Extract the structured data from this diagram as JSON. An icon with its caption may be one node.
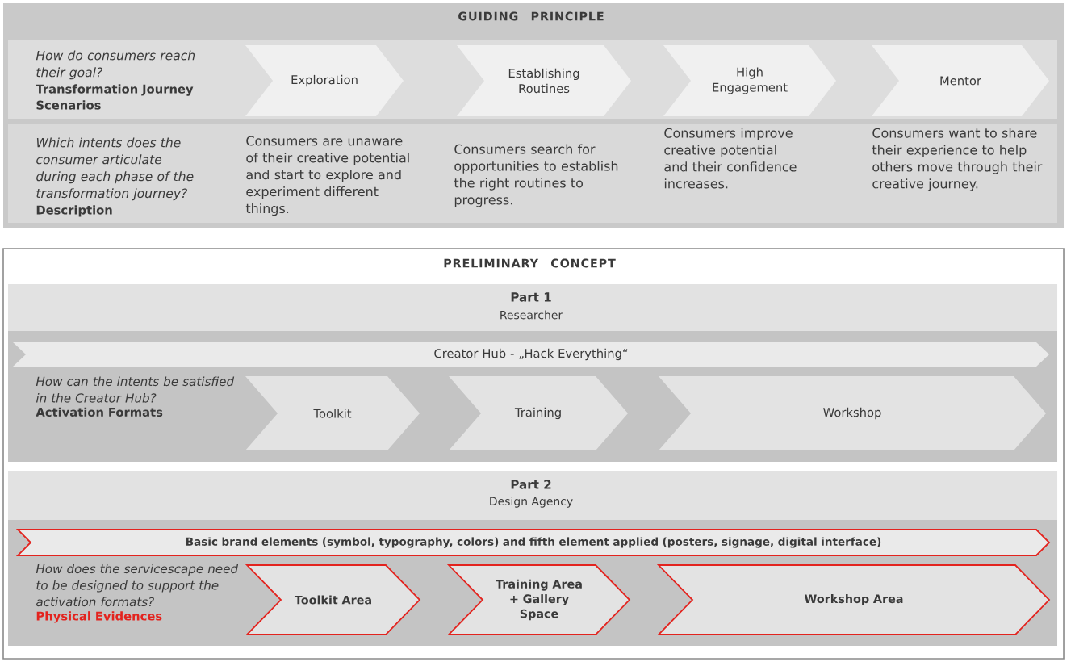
{
  "diagram": {
    "nodes": [
      {
        "text": [
          "GUIDING PRINCIPLE"
        ]
      },
      {
        "text": [
          "How do consumers reach their goal?",
          "Transformation Journey Scenarios"
        ],
        "in": 0
      },
      {
        "text": [
          "Exploration"
        ],
        "in": 1
      },
      {
        "text": [
          "Establishing Routines"
        ],
        "in": 1
      },
      {
        "text": [
          "High Engagement"
        ],
        "in": 1
      },
      {
        "text": [
          "Mentor"
        ],
        "in": 1
      },
      {
        "text": [
          "Which intents does the consumer articulate during each phase of the transformation journey?",
          "Description",
          "Consumers are unaware of their creative potential and start to explore and experiment different things.",
          "Consumers search for opportunities to establish the right routines to progress.",
          "Consumers improve creative potential and their confidence increases.",
          "Consumers want to share their experience to help others move through their creative journey."
        ],
        "in": 0
      },
      {
        "text": [
          "PRELIMINARY CONCEPT"
        ]
      },
      {
        "text": [
          "Part 1",
          "Researcher",
          "How can the intents be satisfied in the Creator Hub?",
          "Activation Formats"
        ],
        "in": 7
      },
      {
        "text": [
          "Creator Hub - „Hack Everything“"
        ],
        "in": 8
      },
      {
        "text": [
          "Toolkit"
        ],
        "in": 8
      },
      {
        "text": [
          "Training"
        ],
        "in": 8
      },
      {
        "text": [
          "Workshop"
        ],
        "in": 8
      },
      {
        "text": [
          "Part 2",
          "Design Agency",
          "How does the servicescape need to be designed to support the activation formats?",
          "Physical Evidences"
        ],
        "in": 7
      },
      {
        "text": [
          "Basic brand elements (symbol, typography, colors) and fifth element applied (posters, signage, digital interface)"
        ],
        "in": 13
      },
      {
        "text": [
          "Toolkit Area"
        ],
        "in": 13
      },
      {
        "text": [
          "Training Area + Gallery Space"
        ],
        "in": 13
      },
      {
        "text": [
          "Workshop Area"
        ],
        "in": 13
      }
    ]
  }
}
